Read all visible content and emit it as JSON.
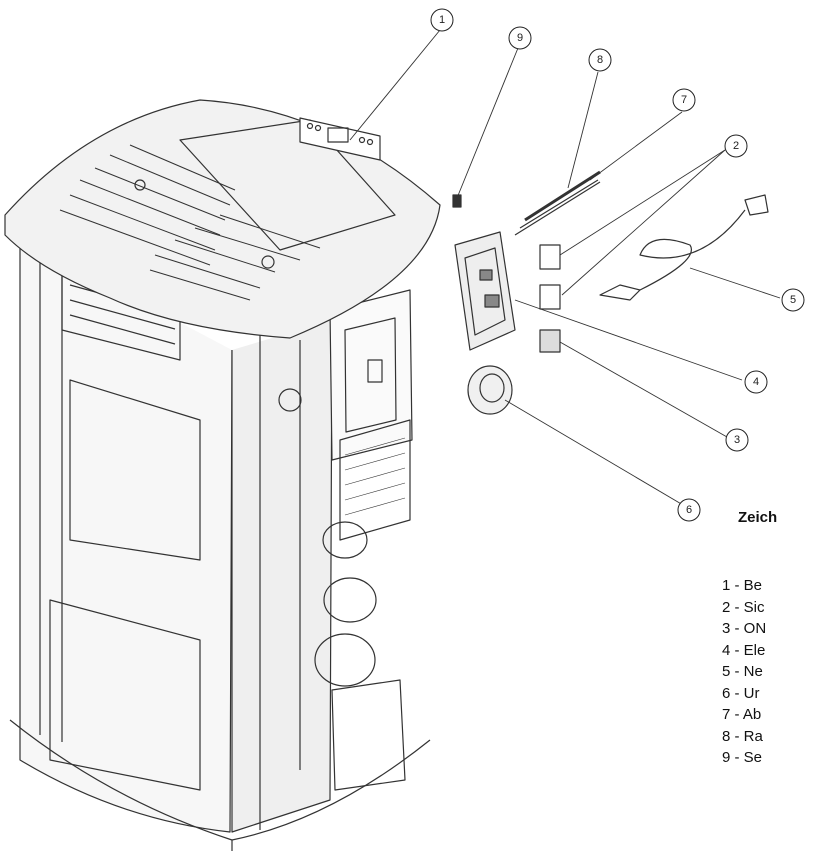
{
  "legend": {
    "title": "Zeich",
    "items": [
      "1 - Be",
      "2 - Sic",
      "3 - ON",
      "4 - Ele",
      "5 - Ne",
      "6 - Ur",
      "7 - Ab",
      "8 - Ra",
      "9 - Se"
    ]
  },
  "callouts": [
    "1",
    "9",
    "8",
    "7",
    "2",
    "5",
    "4",
    "3",
    "6"
  ]
}
